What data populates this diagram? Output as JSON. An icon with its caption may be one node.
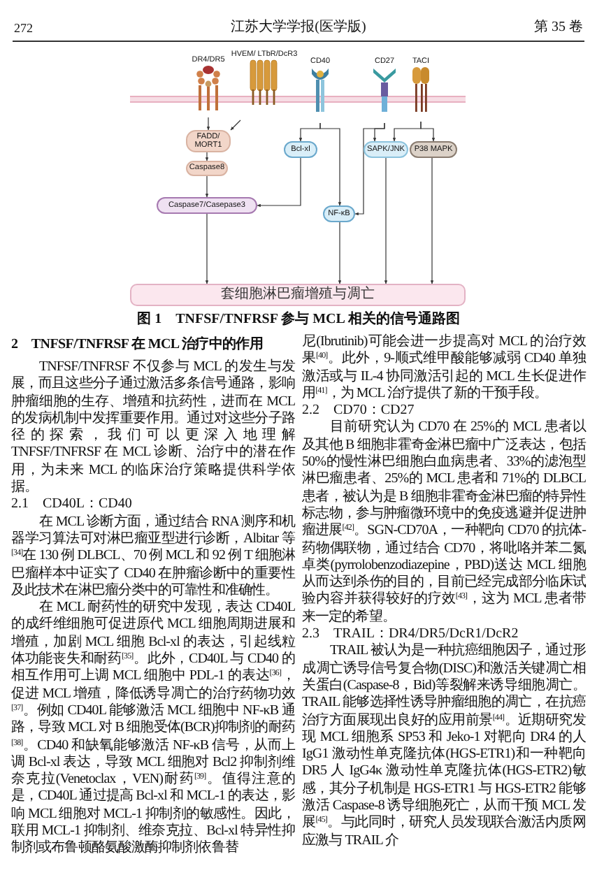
{
  "diagram": {
    "caption": "图 1　TNFSF/TNFRSF 参与 MCL 相关的信号通路图",
    "nodes": [
      {
        "text": [
          "DR4/DR5"
        ]
      },
      {
        "text": [
          "HVEM/ LTbR/DcR3"
        ]
      },
      {
        "text": [
          "CD40"
        ]
      },
      {
        "text": [
          "CD27"
        ]
      },
      {
        "text": [
          "TACI"
        ]
      },
      {
        "text": [
          "FADD/ MORT1"
        ]
      },
      {
        "text": [
          "Bcl-xl"
        ]
      },
      {
        "text": [
          "SAPK/JNK"
        ]
      },
      {
        "text": [
          "P38 MAPK"
        ]
      },
      {
        "text": [
          "Caspase8"
        ]
      },
      {
        "text": [
          "Caspase7/Casepase3"
        ]
      },
      {
        "text": [
          "NF-κB"
        ]
      },
      {
        "text": [
          "套细胞淋巴瘤增殖与凋亡"
        ]
      }
    ],
    "edges": [
      {
        "from": 0,
        "to": 5,
        "arrow": "to"
      },
      {
        "from": 1,
        "to": 5,
        "arrow": "to"
      },
      {
        "from": 5,
        "to": 9,
        "arrow": "to"
      },
      {
        "from": 9,
        "to": 10,
        "arrow": "to"
      },
      {
        "from": 2,
        "to": 6,
        "arrow": "to"
      },
      {
        "from": 2,
        "to": 11,
        "arrow": "to"
      },
      {
        "from": 6,
        "to": 10,
        "arrow": "to"
      },
      {
        "from": 3,
        "to": 7,
        "arrow": "to"
      },
      {
        "from": 3,
        "to": 11,
        "arrow": "to"
      },
      {
        "from": 4,
        "to": 7,
        "arrow": "to"
      },
      {
        "from": 4,
        "to": 8,
        "arrow": "to"
      },
      {
        "from": 10,
        "to": 12,
        "arrow": "to"
      },
      {
        "from": 11,
        "to": 12,
        "arrow": "to"
      },
      {
        "from": 7,
        "to": 12,
        "arrow": "to"
      },
      {
        "from": 8,
        "to": 12,
        "arrow": "to"
      }
    ],
    "labels": [
      "272",
      "江苏大学学报(医学版)",
      "第 35 卷",
      "2　TNFSF/TNFRSF 在 MCL 治疗中的作用",
      "TNFSF/TNFRSF 不仅参与 MCL 的发生与发展，而且这些分子通过激活多条信号通路，影响肿瘤细胞的生存、增殖和抗药性，进而在 MCL 的发病机制中发挥重要作用。通过对这些分子路径的探索，我们可以更深入地理解 TNFSF/TNFRSF 在 MCL 诊断、治疗中的潜在作用，为未来 MCL 的临床治疗策略提供科学依据。",
      "2.1　CD40L：CD40",
      "在 MCL 诊断方面，通过结合 RNA 测序和机器学习算法可对淋巴瘤亚型进行诊断，Albitar 等$^{[34]}$在 130 例 DLBCL、70 例 MCL 和 92 例 T 细胞淋巴瘤样本中证实了 CD40 在肿瘤诊断中的重要性及此技术在淋巴瘤分类中的可靠性和准确性。",
      "在 MCL 耐药性的研究中发现，表达 CD40L 的成纤维细胞可促进原代 MCL 细胞周期进展和增殖，加剧 MCL 细胞 Bcl-xl 的表达，引起线粒体功能丧失和耐药$^{[35]}$。此外，CD40L 与 CD40 的相互作用可上调 MCL 细胞中 PDL-1 的表达$^{[36]}$，促进 MCL 增殖，降低诱导凋亡的治疗药物功效$^{[37]}$。例如 CD40L 能够激活 MCL 细胞中 NF-κB 通路，导致 MCL 对 B 细胞受体(BCR)抑制剂的耐药$^{[38]}$。CD40 和缺氧能够激活 NF-κB 信号，从而上调 Bcl-xl 表达，导致 MCL 细胞对 Bcl2 抑制剂维奈克拉(Venetoclax，VEN)耐药$^{[39]}$。值得注意的是，CD40L 通过提高 Bcl-xl 和 MCL-1 的表达，影响 MCL 细胞对 MCL-1 抑制剂的敏感性。因此，联用 MCL-1 抑制剂、维奈克拉、Bcl-xl 特异性抑制剂或布鲁顿酪氨酸激酶抑制剂依鲁替",
      "尼(Ibrutinib)可能会进一步提高对 MCL 的治疗效果$^{[40]}$。此外，9-顺式维甲酸能够减弱 CD40 单独激活或与 IL-4 协同激活引起的 MCL 生长促进作用$^{[41]}$，为 MCL 治疗提供了新的干预手段。",
      "2.2　CD70：CD27",
      "目前研究认为 CD70 在 25%的 MCL 患者以及其他 B 细胞非霍奇金淋巴瘤中广泛表达，包括 50%的慢性淋巴细胞白血病患者、33%的滤泡型淋巴瘤患者、25%的 MCL 患者和 71%的 DLBCL 患者，被认为是 B 细胞非霍奇金淋巴瘤的特异性标志物，参与肿瘤微环境中的免疫逃避并促进肿瘤进展$^{[42]}$。SGN-CD70A，一种靶向 CD70 的抗体-药物偶联物，通过结合 CD70，将吡咯并苯二氮卓类(pyrrolobenzodiazepine，PBD)送达 MCL 细胞从而达到杀伤的目的，目前已经完成部分临床试验内容并获得较好的疗效$^{[43]}$，这为 MCL 患者带来一定的希望。",
      "2.3　TRAIL：DR4/DR5/DcR1/DcR2",
      "TRAIL 被认为是一种抗癌细胞因子，通过形成凋亡诱导信号复合物(DISC)和激活关键凋亡相关蛋白(Caspase-8，Bid)等裂解来诱导细胞凋亡。TRAIL 能够选择性诱导肿瘤细胞的凋亡，在抗癌治疗方面展现出良好的应用前景$^{[44]}$。近期研究发现 MCL 细胞系 SP53 和 Jeko-1 对靶向 DR4 的人 IgG1 激动性单克隆抗体(HGS-ETR1)和一种靶向 DR5 人 IgG4κ 激动性单克隆抗体(HGS-ETR2)敏感，其分子机制是 HGS-ETR1 与 HGS-ETR2 能够激活 Caspase-8 诱导细胞死亡，从而干预 MCL 发展$^{[45]}$。与此同时，研究人员发现联合激活内质网应激与 TRAIL 介"
    ]
  }
}
